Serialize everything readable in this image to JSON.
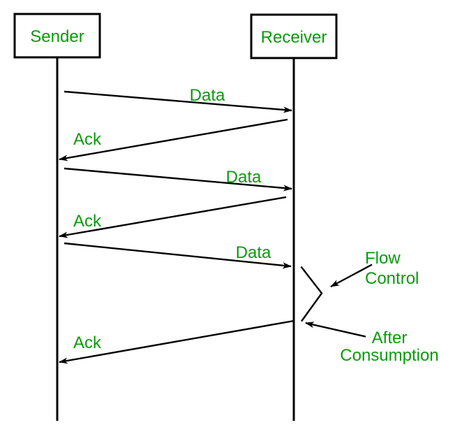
{
  "diagram": {
    "type": "sequence-diagram",
    "topic": "Flow Control",
    "actors": {
      "sender": "Sender",
      "receiver": "Receiver"
    },
    "messages": [
      {
        "label": "Data",
        "from": "sender",
        "to": "receiver"
      },
      {
        "label": "Ack",
        "from": "receiver",
        "to": "sender"
      },
      {
        "label": "Data",
        "from": "sender",
        "to": "receiver"
      },
      {
        "label": "Ack",
        "from": "receiver",
        "to": "sender"
      },
      {
        "label": "Data",
        "from": "sender",
        "to": "receiver"
      },
      {
        "label": "Ack",
        "from": "receiver",
        "to": "sender"
      }
    ],
    "annotations": {
      "flow_control": {
        "line1": "Flow",
        "line2": "Control"
      },
      "after_consumption": {
        "line1": "After",
        "line2": "Consumption"
      }
    },
    "colors": {
      "label_green": "#0a9b0a",
      "line_black": "#000000",
      "background": "#ffffff"
    }
  }
}
